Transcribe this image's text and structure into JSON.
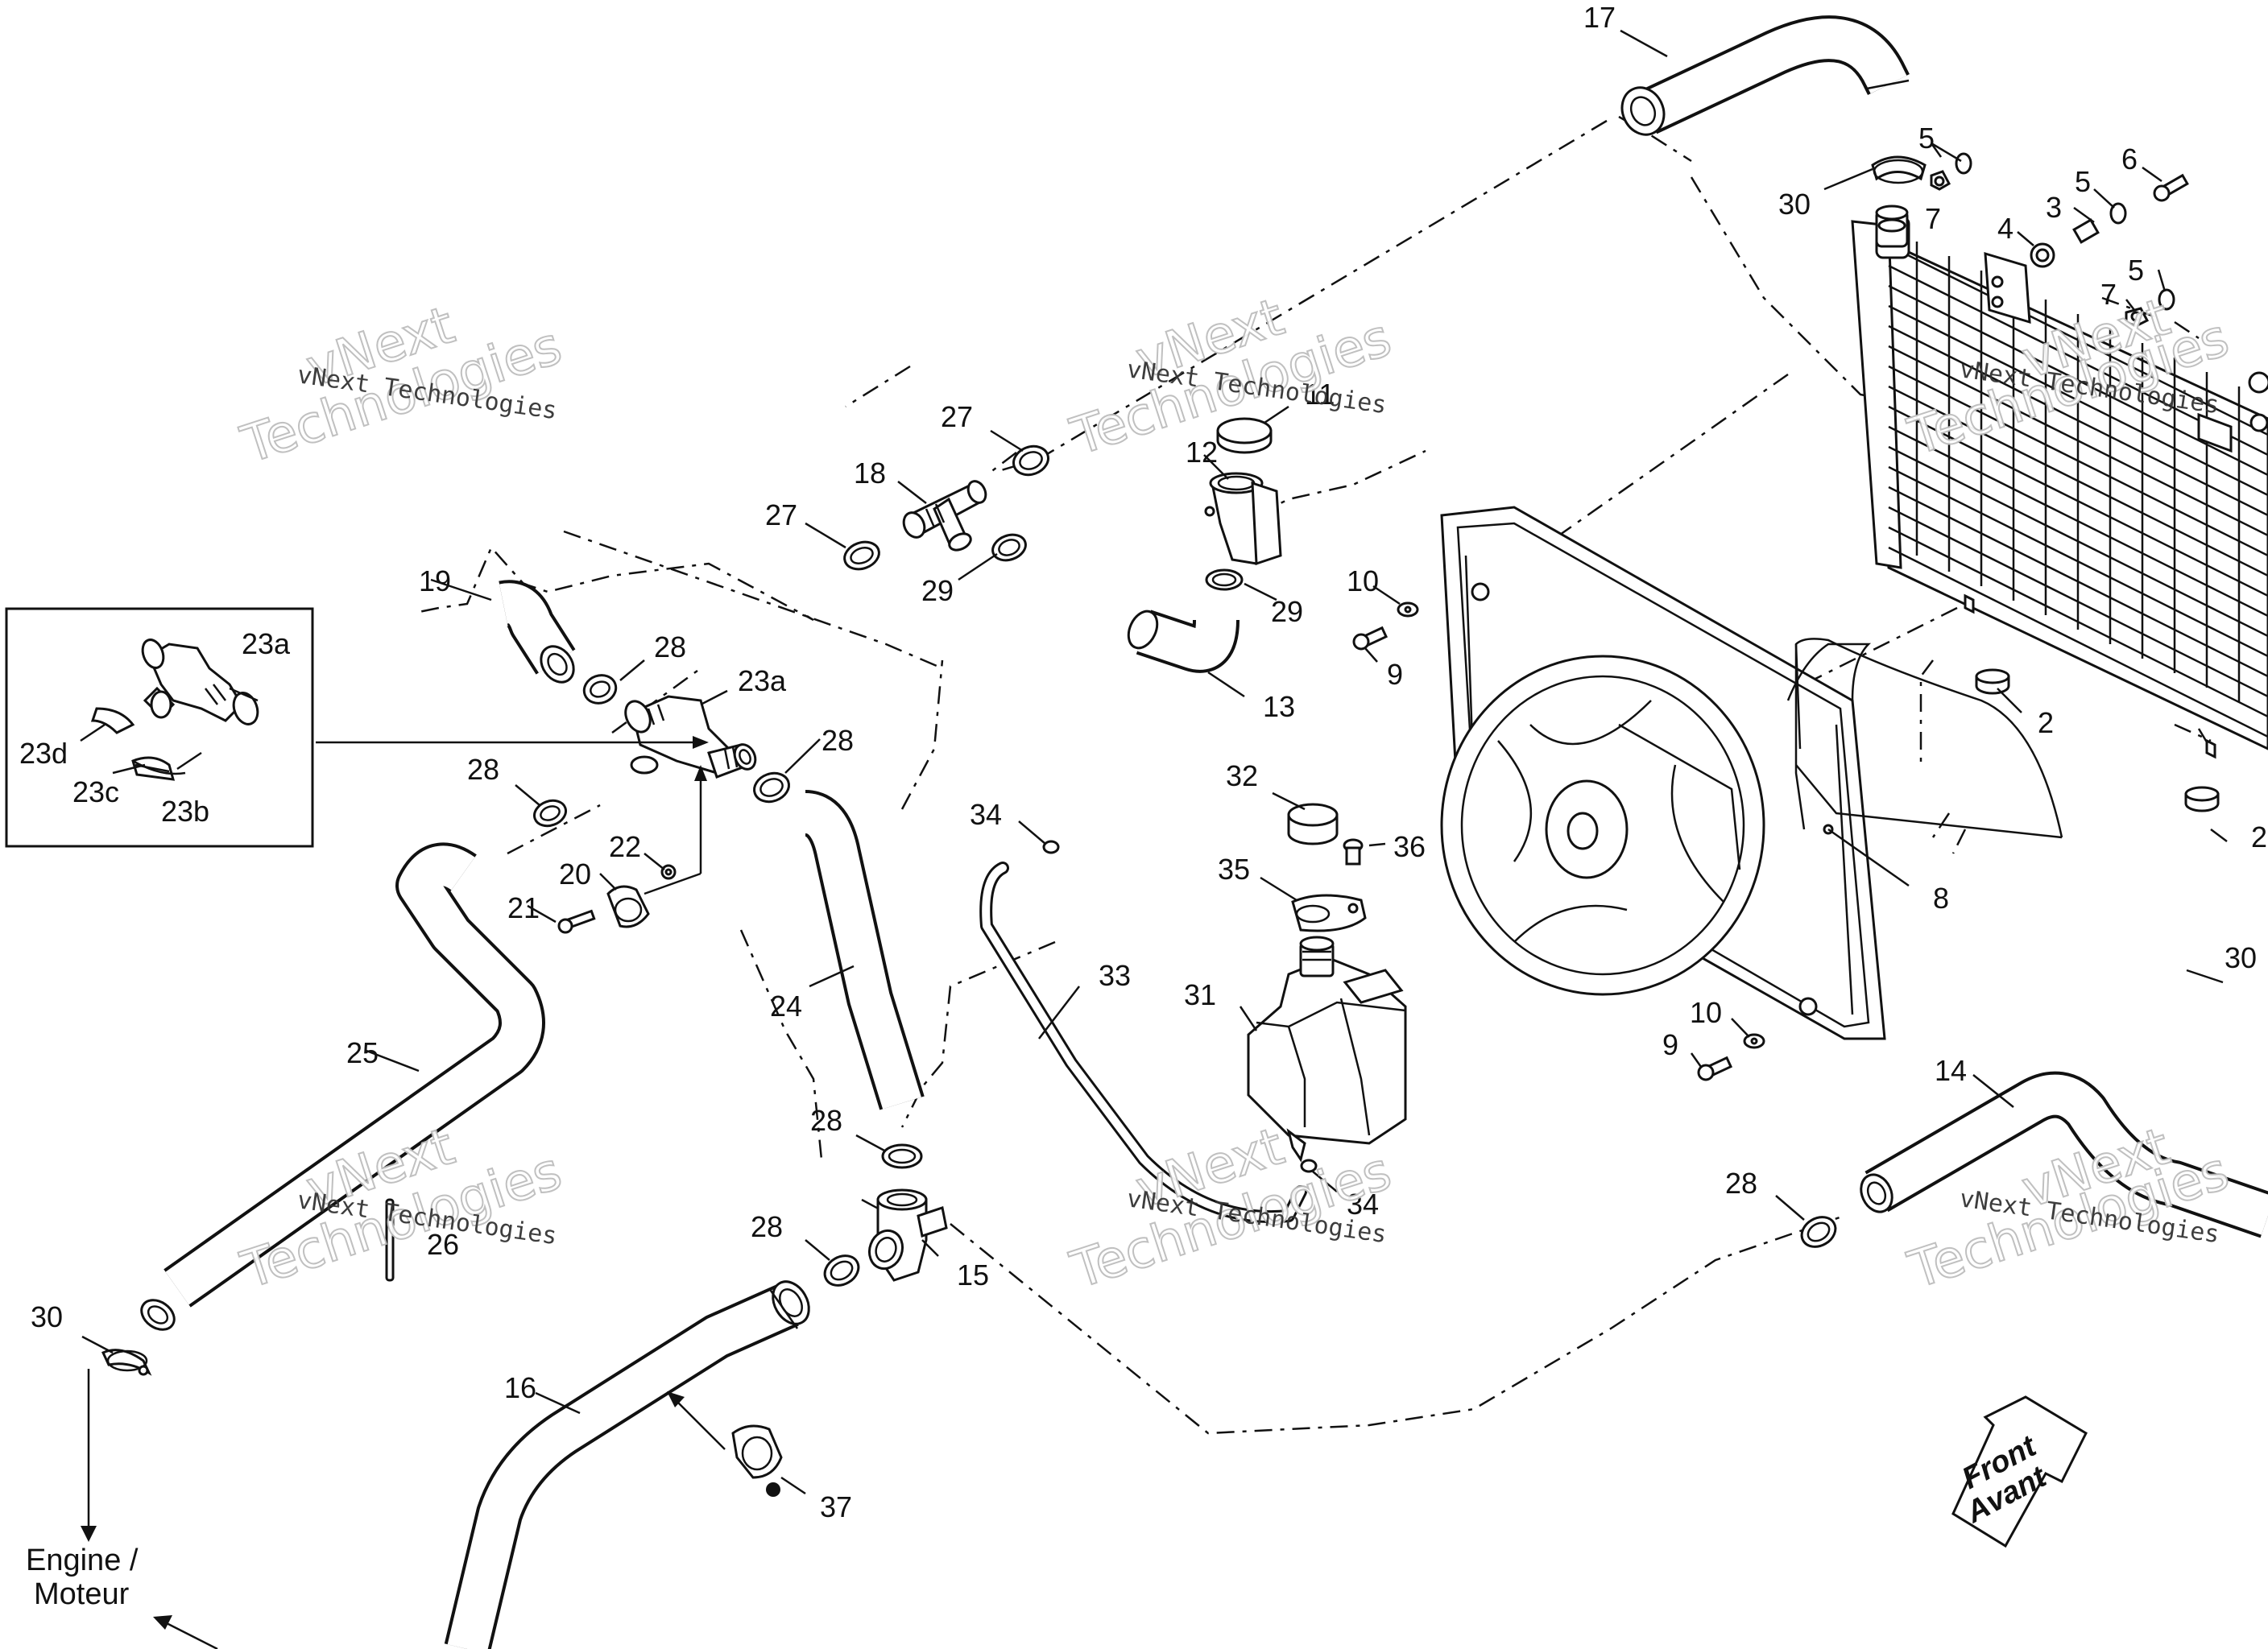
{
  "diagram": {
    "callouts": {
      "c17": "17",
      "c30a": "30",
      "c5a": "5",
      "c7a": "7",
      "c6": "6",
      "c3": "3",
      "c5b": "5",
      "c4": "4",
      "c5c": "5",
      "c7b": "7",
      "c27a": "27",
      "c11": "11",
      "c12": "12",
      "c18": "18",
      "c27b": "27",
      "c29a": "29",
      "c29b": "29",
      "c13": "13",
      "c10a": "10",
      "c9a": "9",
      "c2a": "2",
      "c2b": "2",
      "c19": "19",
      "c28a": "28",
      "c23a1": "23a",
      "c23a2": "23a",
      "c23d": "23d",
      "c23c": "23c",
      "c23b": "23b",
      "c28b": "28",
      "c28c": "28",
      "c22": "22",
      "c20": "20",
      "c21": "21",
      "c32": "32",
      "c34a": "34",
      "c35": "35",
      "c36": "36",
      "c8": "8",
      "c30b": "30",
      "c33": "33",
      "c31": "31",
      "c24": "24",
      "c25": "25",
      "c10b": "10",
      "c9b": "9",
      "c14": "14",
      "c28d": "28",
      "c28e": "28",
      "c34b": "34",
      "c15": "15",
      "c26": "26",
      "c28f": "28",
      "c30c": "30",
      "c16": "16",
      "c37": "37"
    },
    "engine_label_line1": "Engine /",
    "engine_label_line2": "Moteur",
    "front_line1": "Front",
    "front_line2": "Avant",
    "watermark_small": "vNext Technologies",
    "watermark_big_1": "vNext",
    "watermark_big_2": "Technologies"
  }
}
